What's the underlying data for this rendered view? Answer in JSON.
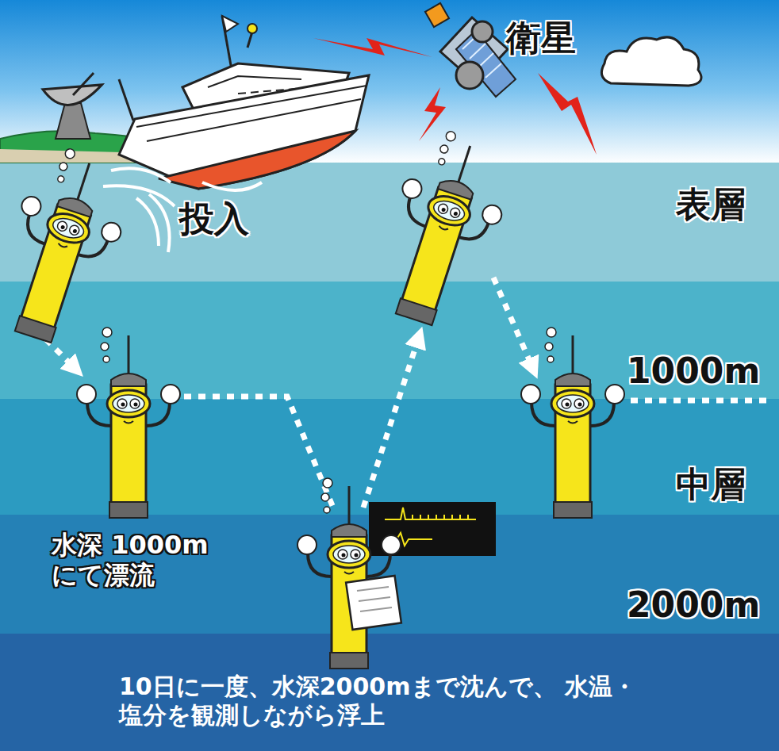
{
  "diagram": {
    "labels": [
      "衛星",
      "投入",
      "表層",
      "1000m",
      "中層",
      "水深 1000m にて漂流",
      "2000m",
      "10日に一度、水深2000mまで沈んで、 水温・塩分を観測しながら浮上"
    ]
  }
}
